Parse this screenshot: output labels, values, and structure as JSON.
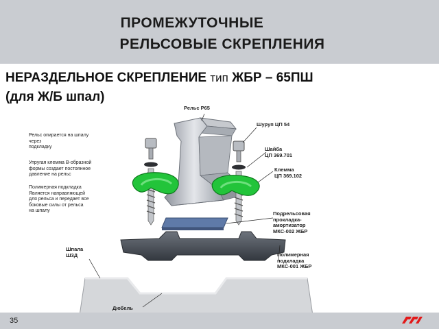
{
  "slide": {
    "title_line1": "ПРОМЕЖУТОЧНЫЕ",
    "title_line2": "РЕЛЬСОВЫЕ  СКРЕПЛЕНИЯ",
    "subtitle_part1": "НЕРАЗДЕЛЬНОЕ  СКРЕПЛЕНИЕ  ",
    "subtitle_tip": "тип",
    "subtitle_part2": " ЖБР – 65ПШ",
    "subtitle_line2": "(для Ж/Б шпал)",
    "page_number": "35"
  },
  "diagram": {
    "left_notes": {
      "note1": "Рельс опирается на шпалу\nчерез\nподкладку",
      "note2": "Упругая клемма В-образной\nформы создает постоянное\nдавление на рельс",
      "note3": "Полимерная подкладка\nЯвляется направляющей\n для рельса и передает все\nбоковые силы от рельса\nна шпалу"
    },
    "labels": {
      "rail": "Рельс Р65",
      "screw": "Шуруп ЦП 54",
      "washer": "Шайба\nЦП 369.701",
      "clip": "Клемма\nЦП 369.102",
      "pad": "Подрельсовая\nпрокладка-\nамортизатор\nМКС-002 ЖБР",
      "sole": "Полимерная\nподкладка\nМКС-001 ЖБР",
      "sleeper": "Шпала\nШ3Д",
      "dowel": "Дюбель"
    }
  },
  "colors": {
    "header_bg": "#c9ccd1",
    "clip_green": "#22c43a",
    "logo_red": "#e21a1a"
  }
}
